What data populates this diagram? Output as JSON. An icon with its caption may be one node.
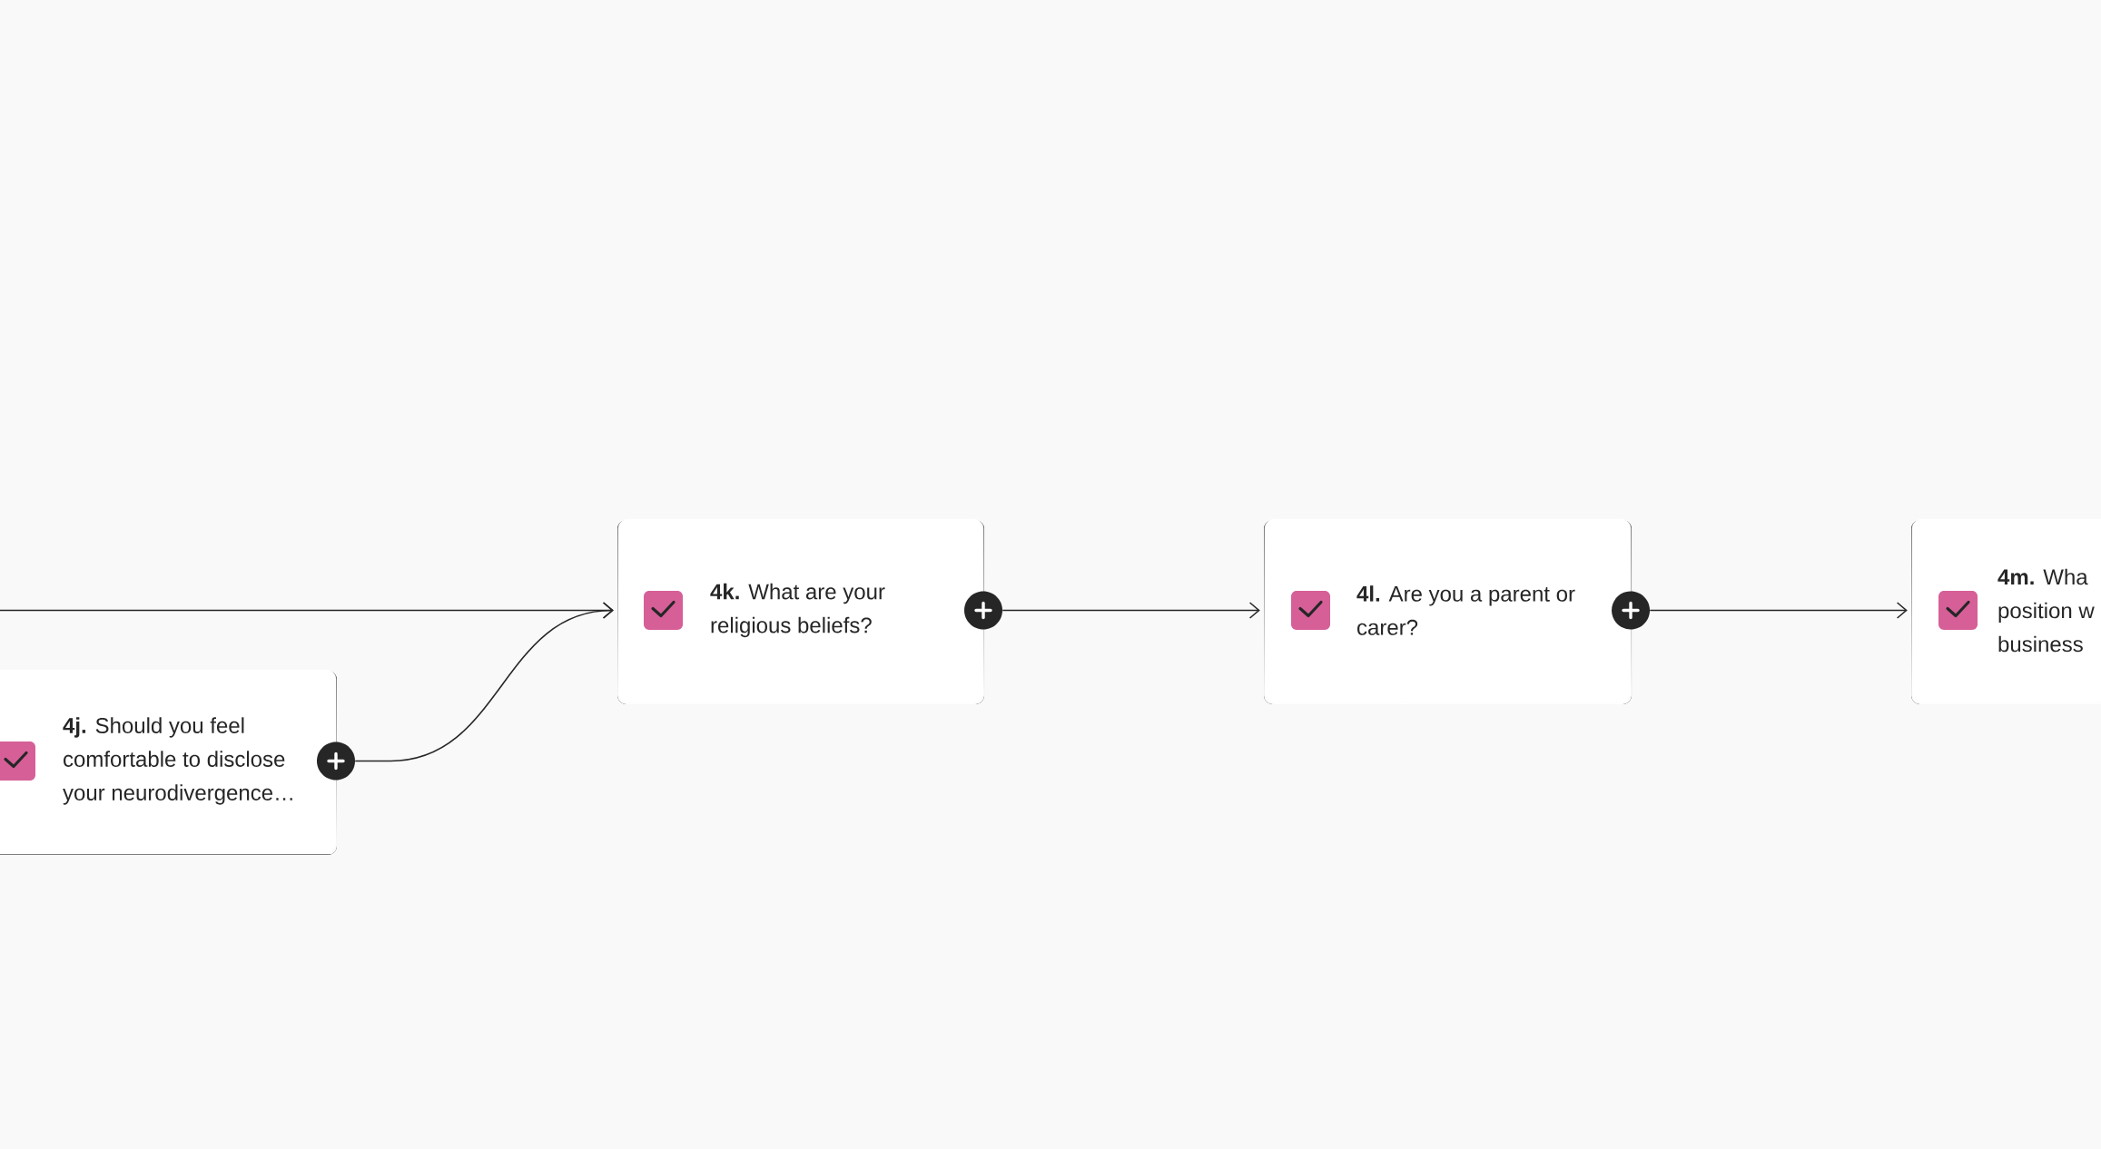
{
  "diagram": {
    "nodes": [
      {
        "text": [
          "**4j.** Should you feel comfortable to disclose your neurodivergence…"
        ]
      },
      {
        "text": [
          "**4k.** What are your religious beliefs?"
        ]
      },
      {
        "text": [
          "**4l.** Are you a parent or carer?"
        ]
      },
      {
        "text": [
          "**4m.** Wha position w business"
        ]
      }
    ],
    "edges": [
      {
        "from": null,
        "to": 1,
        "arrow": "to"
      },
      {
        "from": 0,
        "to": 1,
        "arrow": "to"
      },
      {
        "from": 1,
        "to": 2,
        "arrow": "to"
      },
      {
        "from": 2,
        "to": 3,
        "arrow": "to"
      }
    ]
  }
}
